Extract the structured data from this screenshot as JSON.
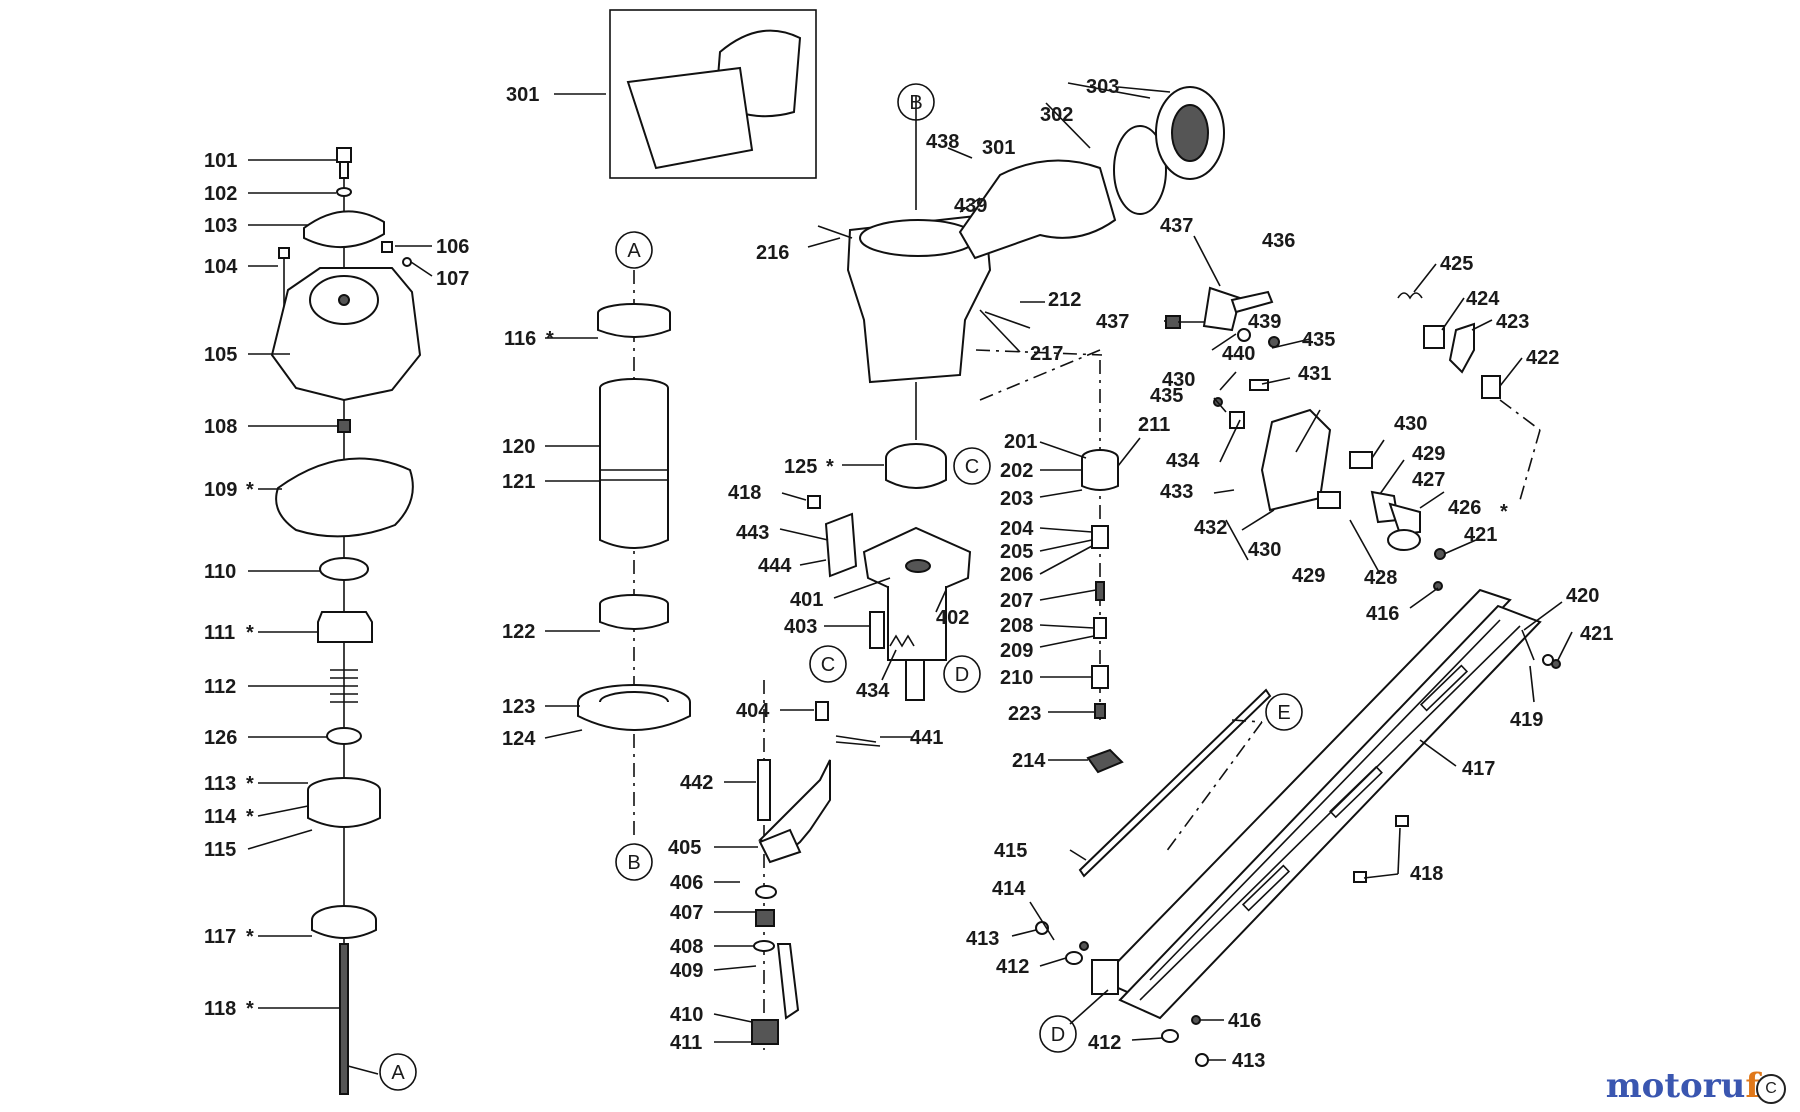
{
  "labels": {
    "l101": "101",
    "l102": "102",
    "l103": "103",
    "l104": "104",
    "l105": "105",
    "l106": "106",
    "l107": "107",
    "l108": "108",
    "l109": "109",
    "l110": "110",
    "l111": "111",
    "l112": "112",
    "l126": "126",
    "l113": "113",
    "l114": "114",
    "l115": "115",
    "l117": "117",
    "l118": "118",
    "l116": "116",
    "l120": "120",
    "l121": "121",
    "l122": "122",
    "l123": "123",
    "l124": "124",
    "l301a": "301",
    "l301b": "301",
    "l302": "302",
    "l303": "303",
    "l438": "438",
    "l439a": "439",
    "l216": "216",
    "l212": "212",
    "l217": "217",
    "l125": "125",
    "l418a": "418",
    "l443": "443",
    "l444": "444",
    "l401": "401",
    "l403": "403",
    "l402": "402",
    "l434a": "434",
    "l201": "201",
    "l202": "202",
    "l203": "203",
    "l211": "211",
    "l204": "204",
    "l205": "205",
    "l206": "206",
    "l207": "207",
    "l208": "208",
    "l209": "209",
    "l210": "210",
    "l223": "223",
    "l214": "214",
    "l404": "404",
    "l441": "441",
    "l442": "442",
    "l405": "405",
    "l406": "406",
    "l407": "407",
    "l408": "408",
    "l409": "409",
    "l410": "410",
    "l411": "411",
    "l437a": "437",
    "l436": "436",
    "l437b": "437",
    "l439b": "439",
    "l440": "440",
    "l435a": "435",
    "l430a": "430",
    "l431": "431",
    "l435b": "435",
    "l434b": "434",
    "l433": "433",
    "l432": "432",
    "l430b": "430",
    "l429a": "429",
    "l427": "427",
    "l430c": "430",
    "l429b": "429",
    "l428": "428",
    "l426": "426",
    "l425": "425",
    "l424": "424",
    "l423": "423",
    "l422": "422",
    "l421a": "421",
    "l416a": "416",
    "l420": "420",
    "l421b": "421",
    "l419": "419",
    "l417": "417",
    "l418b": "418",
    "l415": "415",
    "l414": "414",
    "l413a": "413",
    "l412a": "412",
    "l416b": "416",
    "l412b": "412",
    "l413b": "413"
  },
  "star": "*",
  "callouts": {
    "A1": "A",
    "A2": "A",
    "B1": "B",
    "B2": "B",
    "C1": "C",
    "C2": "C",
    "D1": "D",
    "D2": "D",
    "E": "E"
  },
  "watermark": {
    "part1": "motoru",
    "part2": "f"
  },
  "corner_mark": "C",
  "colors": {
    "watermark_blue": "#3a56b0",
    "watermark_orange": "#e0781a"
  }
}
